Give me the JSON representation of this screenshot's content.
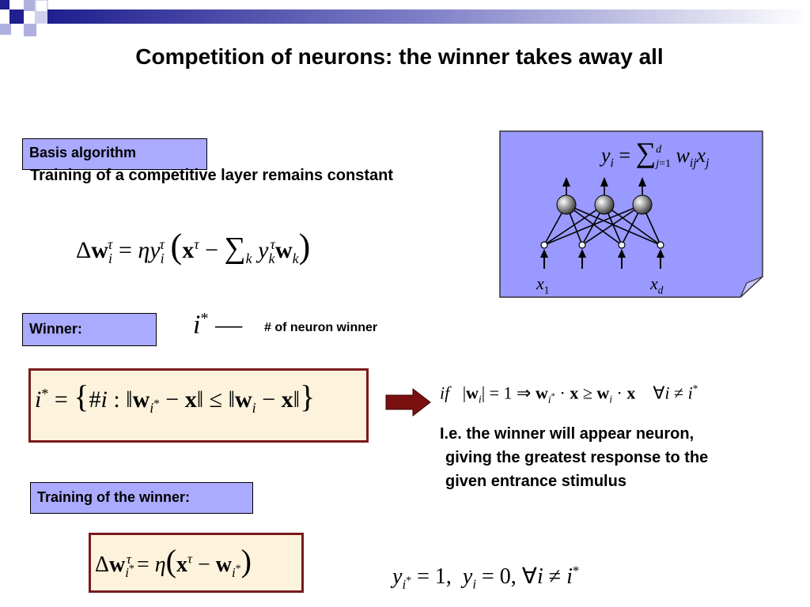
{
  "slide": {
    "title": "Competition of neurons: the winner takes away all",
    "basis_label": "Basis algorithm",
    "training_text": "Training of a competitive layer remains constant",
    "winner_label": "Winner:",
    "winner_note": "# of neuron winner",
    "training_winner_label": "Training of the winner:",
    "explanation": [
      "I.e. the winner will appear neuron,",
      "giving the greatest response to the",
      "given entrance stimulus"
    ]
  },
  "colors": {
    "header_bar": "#1f1f8f",
    "label_fill": "#aaaaff",
    "note_fill": "#9999ff",
    "formula_fill": "#fdf3dc",
    "formula_border": "#7a1a1a",
    "arrow": "#7a1010"
  },
  "icons": [
    "header-squares-icon",
    "right-arrow-icon",
    "neural-network-diagram-icon"
  ]
}
